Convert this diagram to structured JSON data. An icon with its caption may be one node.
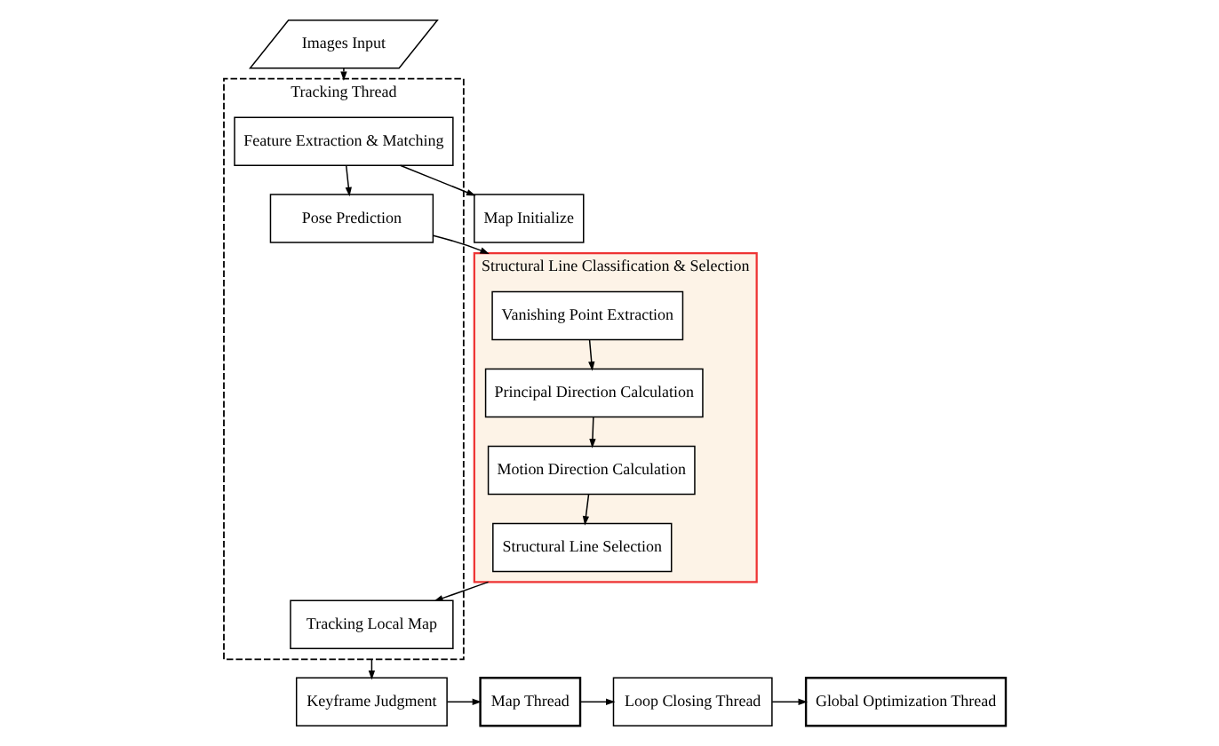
{
  "diagram": {
    "nodes": [
      {
        "text": [
          "Images Input"
        ]
      },
      {
        "text": [
          "Tracking Thread"
        ]
      },
      {
        "text": [
          "Feature Extraction & Matching"
        ],
        "in": 1
      },
      {
        "text": [
          "Pose Prediction"
        ],
        "in": 1
      },
      {
        "text": [
          "Tracking Local Map"
        ],
        "in": 1
      },
      {
        "text": [
          "Map Initialize"
        ]
      },
      {
        "text": [
          "Structural Line Classification & Selection"
        ]
      },
      {
        "text": [
          "Vanishing Point Extraction"
        ],
        "in": 6
      },
      {
        "text": [
          "Principal Direction Calculation"
        ],
        "in": 6
      },
      {
        "text": [
          "Motion Direction Calculation"
        ],
        "in": 6
      },
      {
        "text": [
          "Structural Line Selection"
        ],
        "in": 6
      },
      {
        "text": [
          "Keyframe Judgment"
        ]
      },
      {
        "text": [
          "Map Thread"
        ]
      },
      {
        "text": [
          "Loop Closing Thread"
        ]
      },
      {
        "text": [
          "Global Optimization Thread"
        ]
      }
    ],
    "edges": [
      {
        "from": 0,
        "to": 1,
        "arrow": "to"
      },
      {
        "from": 2,
        "to": 3,
        "arrow": "to"
      },
      {
        "from": 2,
        "to": 5,
        "arrow": "to"
      },
      {
        "from": 3,
        "to": 6,
        "arrow": "to"
      },
      {
        "from": 7,
        "to": 8,
        "arrow": "to"
      },
      {
        "from": 8,
        "to": 9,
        "arrow": "to"
      },
      {
        "from": 9,
        "to": 10,
        "arrow": "to"
      },
      {
        "from": 6,
        "to": 4,
        "arrow": "to"
      },
      {
        "from": 1,
        "to": 11,
        "arrow": "to"
      },
      {
        "from": 11,
        "to": 12,
        "arrow": "to"
      },
      {
        "from": 12,
        "to": 13,
        "arrow": "to"
      },
      {
        "from": 13,
        "to": 14,
        "arrow": "to"
      }
    ]
  }
}
